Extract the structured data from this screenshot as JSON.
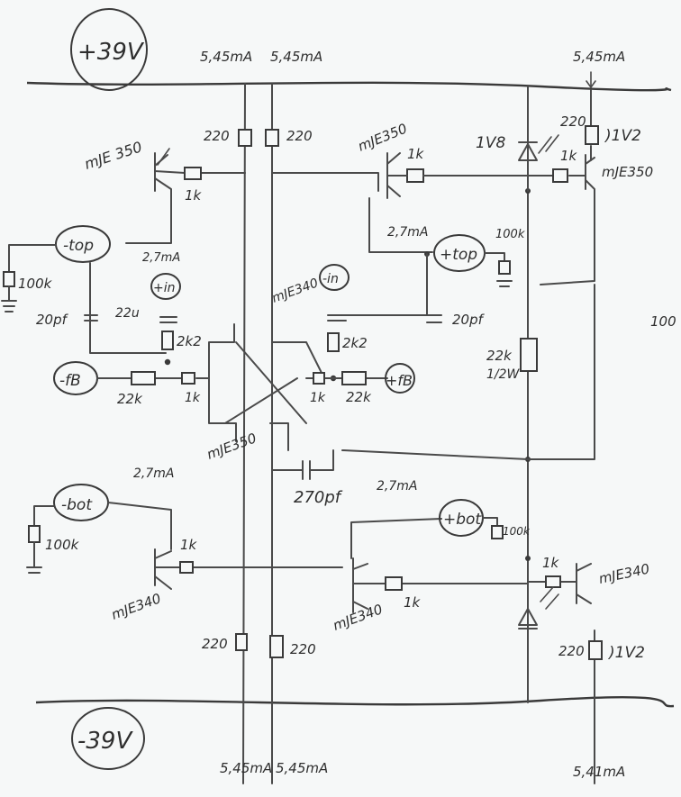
{
  "supply": {
    "pos": "+39V",
    "neg": "-39V"
  },
  "currents": {
    "top_left_a": "5,45mA",
    "top_left_b": "5,45mA",
    "top_right": "5,45mA",
    "bot_left_a": "5,45mA",
    "bot_left_b": "5,45mA",
    "bot_right": "5,41mA",
    "ma_top_left": "2,7mA",
    "ma_top_right": "2,7mA",
    "ma_bot_left": "2,7mA",
    "ma_bot_right": "2,7mA"
  },
  "resistors": {
    "r220_tl": "220",
    "r220_tr": "220",
    "r220_right": "220",
    "r220_bl": "220",
    "r220_br": "220",
    "r220_br2": "220",
    "r1k_top_left": "1k",
    "r1k_top_mid": "1k",
    "r1k_top_right": "1k",
    "r100k_left": "100k",
    "r100k_top_right": "100k",
    "r100k_bot_left": "100k",
    "r100k_bot_right": "100k",
    "r2k2_left": "2k2",
    "r2k2_right": "2k2",
    "r22k_left": "22k",
    "r22k_right": "22k",
    "r1k_fb_left": "1k",
    "r1k_fb_right": "1k",
    "r22k_big": "22k",
    "r22k_big_w": "1/2W",
    "r1k_bot_left": "1k",
    "r1k_bot_mid": "1k",
    "r1k_bot_right": "1k"
  },
  "capacitors": {
    "c20pf_left": "20pf",
    "c22u": "22u",
    "c20pf_right": "20pf",
    "c270pf": "270pf"
  },
  "transistors": {
    "q_top_left": "mJE 350",
    "q_top_mid": "mJE350",
    "q_top_right": "mJE350",
    "q_mid_340": "mJE340",
    "q_mid_350": "mJE350",
    "q_bot_left": "mJE340",
    "q_bot_mid": "mJE340",
    "q_bot_right": "mJE340"
  },
  "nodes": {
    "top_neg": "-top",
    "top_pos": "+top",
    "fb_neg": "-fB",
    "fb_pos": "+fB",
    "in_neg": "-in",
    "in_pos": "+in",
    "bot_neg": "-bot",
    "bot_pos": "+bot"
  },
  "leds": {
    "led_top": "1V8",
    "v_top": ")1V2",
    "v_bot": ")1V2"
  },
  "margin_text": "100"
}
